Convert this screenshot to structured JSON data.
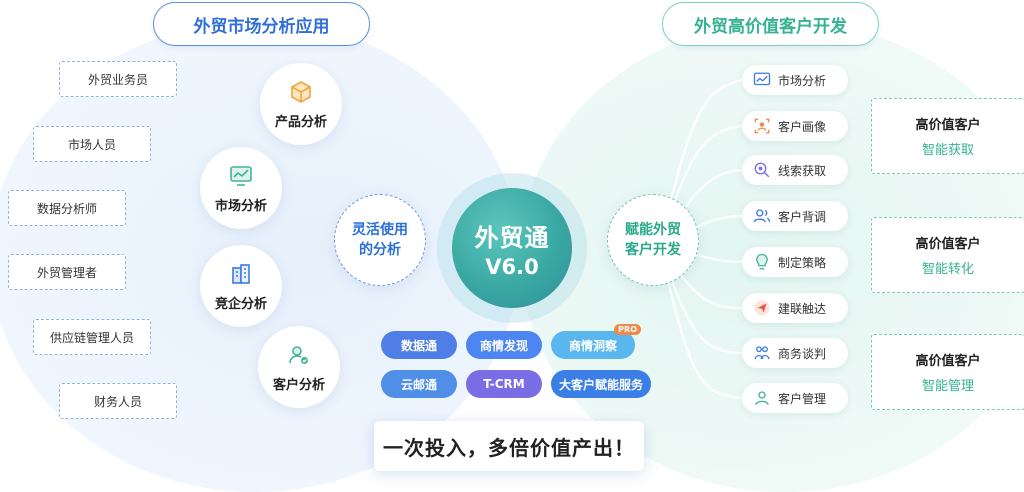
{
  "left_title": "外贸市场分析应用",
  "right_title": "外贸高价值客户开发",
  "roles": [
    "外贸业务员",
    "市场人员",
    "数据分析师",
    "外贸管理者",
    "供应链管理人员",
    "财务人员"
  ],
  "analysis": [
    {
      "label": "产品分析",
      "icon": "box-icon"
    },
    {
      "label": "市场分析",
      "icon": "monitor-chart-icon"
    },
    {
      "label": "竞企分析",
      "icon": "building-icon"
    },
    {
      "label": "客户分析",
      "icon": "user-check-icon"
    }
  ],
  "left_mid": {
    "line1": "灵活使用",
    "line2": "的分析"
  },
  "right_mid": {
    "line1": "赋能外贸",
    "line2": "客户开发"
  },
  "center": {
    "name": "外贸通",
    "version": "V6.0"
  },
  "products": [
    {
      "label": "数据通",
      "color": "#4f7fe6"
    },
    {
      "label": "商情发现",
      "color": "#4d86f0"
    },
    {
      "label": "商情洞察",
      "color": "#5ab6ee",
      "badge": "PRO",
      "badge_color": "#f08a4b"
    },
    {
      "label": "云邮通",
      "color": "#4f8fe8"
    },
    {
      "label": "T-CRM",
      "color": "#7a6ee6"
    },
    {
      "label": "大客户赋能服务",
      "color": "#3a7ee6"
    }
  ],
  "slogan": "一次投入，多倍价值产出！",
  "features": [
    {
      "label": "市场分析",
      "icon": "chart-icon"
    },
    {
      "label": "客户画像",
      "icon": "portrait-icon"
    },
    {
      "label": "线索获取",
      "icon": "search-lead-icon"
    },
    {
      "label": "客户背调",
      "icon": "users-icon"
    },
    {
      "label": "制定策略",
      "icon": "bulb-icon"
    },
    {
      "label": "建联触达",
      "icon": "send-icon"
    },
    {
      "label": "商务谈判",
      "icon": "handshake-icon"
    },
    {
      "label": "客户管理",
      "icon": "user-icon"
    }
  ],
  "value_boxes": [
    {
      "title": "高价值客户",
      "sub": "智能获取"
    },
    {
      "title": "高价值客户",
      "sub": "智能转化"
    },
    {
      "title": "高价值客户",
      "sub": "智能管理"
    }
  ],
  "colors": {
    "blue": "#2f6fd6",
    "green": "#35b292",
    "teal": "#3aa8a2"
  }
}
